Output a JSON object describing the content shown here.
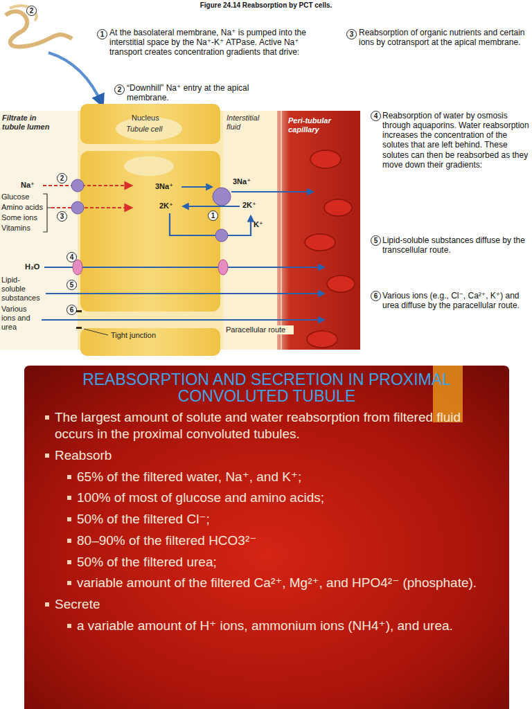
{
  "diagram": {
    "title": "Figure 24.14 Reabsorption by PCT cells.",
    "nodes": [
      {
        "text": [
          "Filtrate in tubule lumen"
        ]
      },
      {
        "text": [
          "Nucleus",
          "Tubule cell"
        ]
      },
      {
        "text": [
          "Interstitial fluid"
        ]
      },
      {
        "text": [
          "Peri-tubular capillary"
        ]
      },
      {
        "text": [
          "REABSORPTION AND SECRETION IN PROXIMAL CONVOLUTED TUBULE",
          "The largest amount of solute and water reabsorption from filtered fluid occurs in the proximal convoluted tubules.",
          "Reabsorb",
          "65% of the filtered water, Na⁺, and K⁺;",
          "100% of most of glucose and amino acids;",
          "50% of the filtered Cl⁻;",
          "80–90% of the filtered HCO3²⁻",
          "50% of the filtered urea;",
          "variable amount of the filtered Ca²⁺, Mg²⁺, and HPO4²⁻ (phosphate).",
          "Secrete",
          "a variable amount of H⁺ ions, ammonium ions (NH4⁺), and urea."
        ]
      }
    ],
    "labels": [
      "2",
      "1",
      "At the basolateral membrane, Na⁺ is pumped into the interstitial space by the Na⁺-K⁺ ATPase. Active Na⁺ transport creates concentration gradients that drive:",
      "2",
      "“Downhill” Na⁺ entry at the apical membrane.",
      "3",
      "Reabsorption of organic nutrients and certain ions by cotransport at the apical membrane.",
      "4",
      "Reabsorption of water by osmosis through aquaporins. Water reabsorption increases the concentration of the solutes that are left behind. These solutes can then be reabsorbed as they move down their gradients:",
      "5",
      "Lipid-soluble substances diffuse by the transcellular route.",
      "6",
      "Various ions (e.g., Cl⁻, Ca²⁺, K⁺) and urea diffuse by the paracellular route.",
      "Na⁺",
      "2",
      "Glucose",
      "Amino acids",
      "Some ions",
      "Vitamins",
      "3",
      "3Na⁺",
      "2K⁺",
      "3Na⁺",
      "1",
      "2K⁺",
      "K⁺",
      "4",
      "H₂O",
      "Lipid-soluble substances",
      "5",
      "Various ions and urea",
      "6",
      "Tight junction",
      "Paracellular route"
    ]
  }
}
